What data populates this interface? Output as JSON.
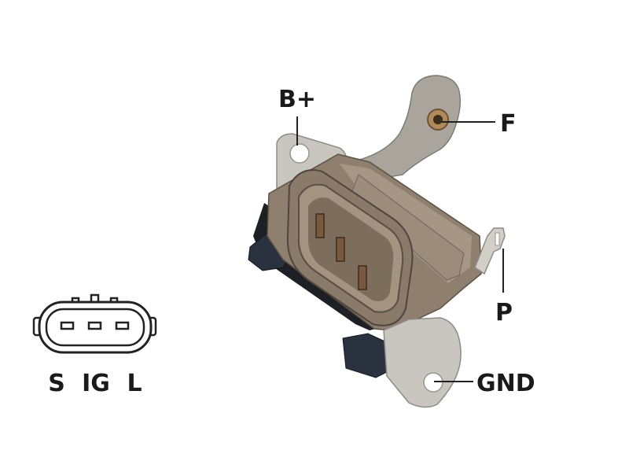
{
  "terminals": {
    "b_plus": "B+",
    "f": "F",
    "p": "P",
    "gnd": "GND"
  },
  "plug_pins": {
    "s": "S",
    "ig": "IG",
    "l": "L"
  },
  "colors": {
    "housing": "#8f7f6f",
    "housing_light": "#b3a393",
    "housing_dark": "#665a4e",
    "metal": "#c9c6c0",
    "metal_dark": "#8e8b85",
    "base_black": "#1d2024",
    "base_blue": "#2a3240",
    "pin_copper": "#7a5a3e",
    "label": "#1a1a1a"
  }
}
